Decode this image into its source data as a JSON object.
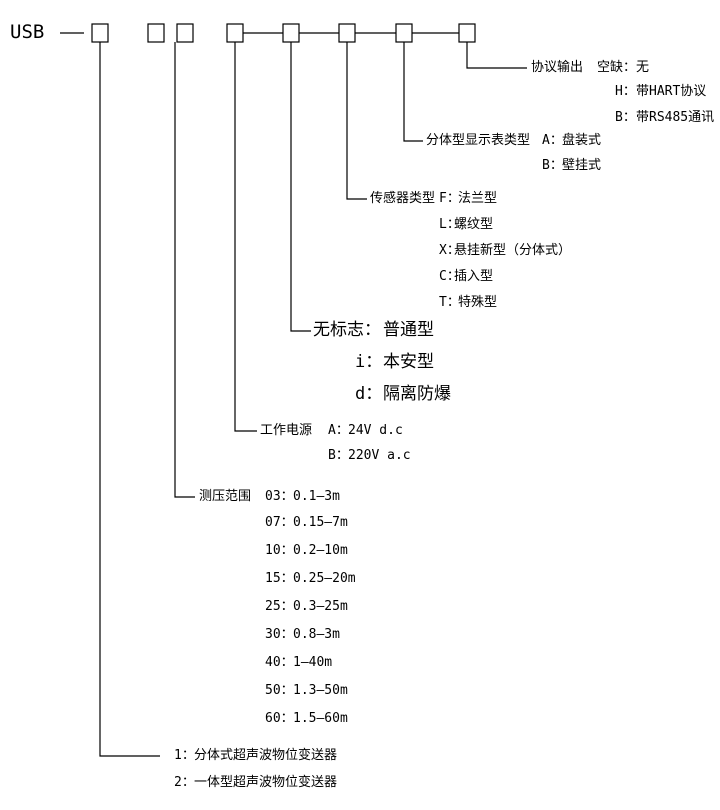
{
  "model": {
    "prefix": "USB",
    "dash": "—",
    "hyphen": "-"
  },
  "protocol": {
    "title": "协议输出",
    "options": [
      {
        "code": "空缺：",
        "desc": "无"
      },
      {
        "code": "H：",
        "desc": "带HART协议"
      },
      {
        "code": "B：",
        "desc": "带RS485通讯"
      }
    ]
  },
  "display": {
    "title": "分体型显示表类型",
    "options": [
      {
        "code": "A：",
        "desc": "盘装式"
      },
      {
        "code": "B：",
        "desc": "壁挂式"
      }
    ]
  },
  "sensor": {
    "title": "传感器类型",
    "options": [
      {
        "code": "F：",
        "desc": "法兰型"
      },
      {
        "code": "L：",
        "desc": "螺纹型"
      },
      {
        "code": "X：",
        "desc": "悬挂新型（分体式）"
      },
      {
        "code": "C：",
        "desc": "插入型"
      },
      {
        "code": "T：",
        "desc": "特殊型"
      }
    ]
  },
  "explosion": {
    "options": [
      {
        "code": "无标志：",
        "desc": "普通型"
      },
      {
        "code": "i：",
        "desc": "本安型"
      },
      {
        "code": "d：",
        "desc": "隔离防爆"
      }
    ]
  },
  "power": {
    "title": "工作电源",
    "options": [
      {
        "code": "A：",
        "desc": "24V d.c"
      },
      {
        "code": "B：",
        "desc": "220V a.c"
      }
    ]
  },
  "range": {
    "title": "测压范围",
    "options": [
      {
        "code": "03：",
        "desc": "0.1—3m"
      },
      {
        "code": "07：",
        "desc": "0.15—7m"
      },
      {
        "code": "10：",
        "desc": "0.2—10m"
      },
      {
        "code": "15：",
        "desc": "0.25—20m"
      },
      {
        "code": "25：",
        "desc": "0.3—25m"
      },
      {
        "code": "30：",
        "desc": "0.8—3m"
      },
      {
        "code": "40：",
        "desc": "1—40m"
      },
      {
        "code": "50：",
        "desc": "1.3—50m"
      },
      {
        "code": "60：",
        "desc": "1.5—60m"
      }
    ]
  },
  "type": {
    "options": [
      {
        "code": "1：",
        "desc": "分体式超声波物位变送器"
      },
      {
        "code": "2：",
        "desc": "一体型超声波物位变送器"
      }
    ]
  }
}
